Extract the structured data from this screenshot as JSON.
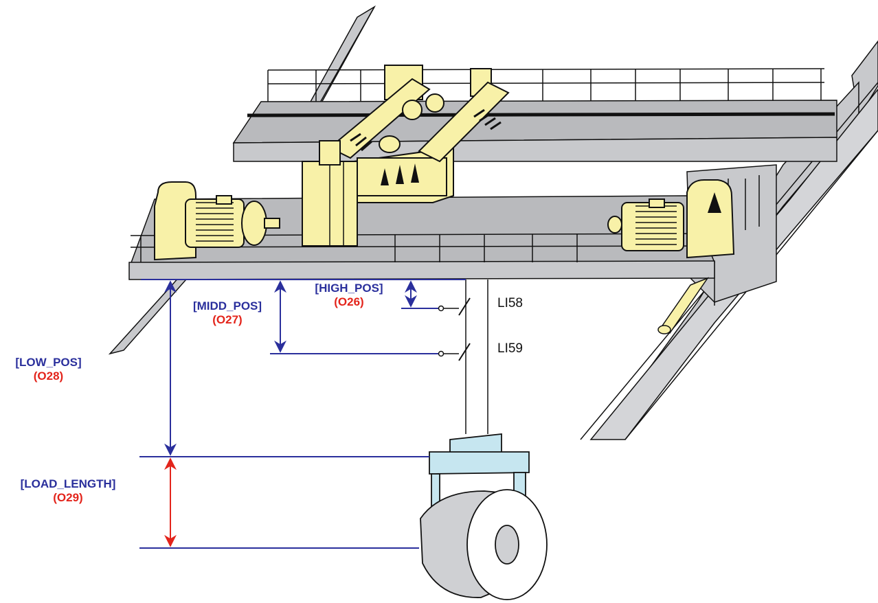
{
  "labels": {
    "high_pos": {
      "name": "[HIGH_POS]",
      "code": "(O26)"
    },
    "midd_pos": {
      "name": "[MIDD_POS]",
      "code": "(O27)"
    },
    "low_pos": {
      "name": "[LOW_POS]",
      "code": "(O28)"
    },
    "load_length": {
      "name": "[LOAD_LENGTH]",
      "code": "(O29)"
    }
  },
  "switches": {
    "upper": "LI58",
    "lower": "LI59"
  },
  "colors": {
    "machinery": "#f8f1a8",
    "beam": "#c8c9cc",
    "beam_top": "#b9babd",
    "hook": "#c6e6f0",
    "coil": "#cfd0d3",
    "dimension_blue": "#2a2f9c",
    "dimension_red": "#e3241b",
    "outline": "#111111"
  }
}
